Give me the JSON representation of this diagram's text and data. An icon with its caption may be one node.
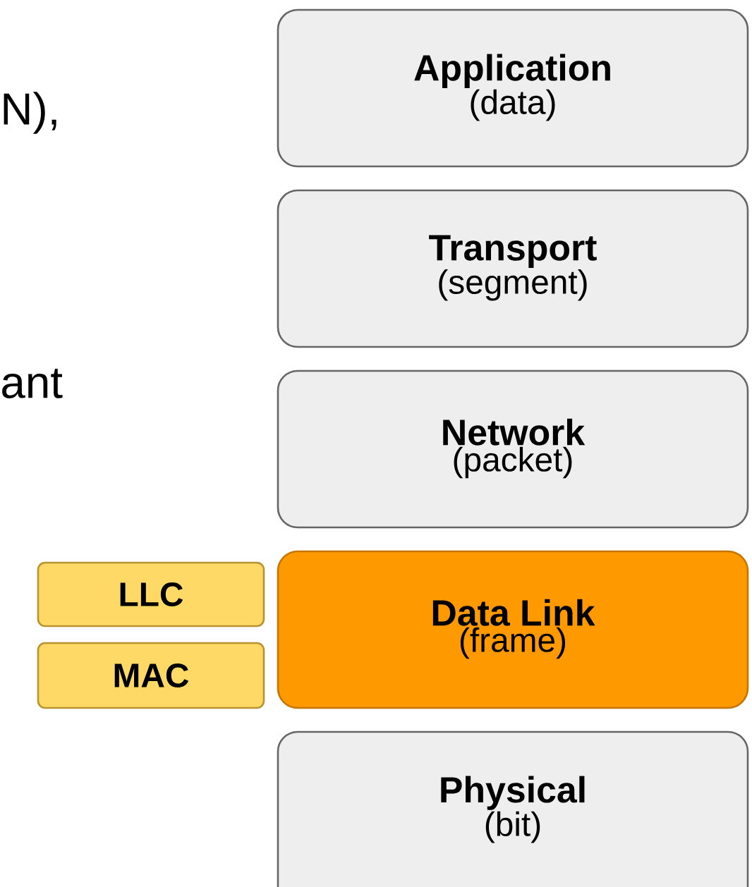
{
  "diagram": {
    "nodes": [
      {
        "text": [
          "Application",
          "(data)"
        ]
      },
      {
        "text": [
          "Transport",
          "(segment)"
        ]
      },
      {
        "text": [
          "Network",
          "(packet)"
        ]
      },
      {
        "text": [
          "Data Link",
          "(frame)"
        ]
      },
      {
        "text": [
          "Physical",
          "(bit)"
        ]
      },
      {
        "text": [
          "LLC"
        ]
      },
      {
        "text": [
          "MAC"
        ]
      }
    ],
    "labels": [
      "N),",
      "ant"
    ]
  }
}
